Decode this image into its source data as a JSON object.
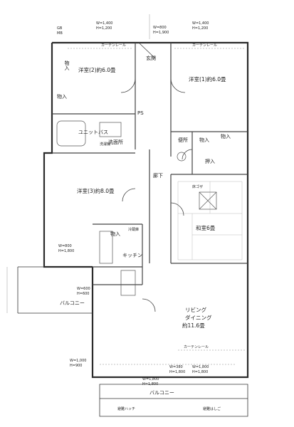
{
  "rooms": {
    "western1": "洋室(2)約6.0畳",
    "western2": "洋室(1)約6.0畳",
    "western3": "洋室(3)約8.0畳",
    "japanese": "和室6畳",
    "ldk": [
      "リビング",
      "ダイニング",
      "約11.6畳"
    ],
    "entrance": "玄関",
    "hall": "廊下",
    "kitchen": "キッチン",
    "unitbath": "ユニットバス",
    "washroom": "洗面所",
    "toilet": "便所",
    "storage_a": "物入",
    "storage_b": "物入",
    "storage_c": "物入",
    "storage_d": "物入",
    "storage_e": "物入",
    "oshiire": "押入",
    "tokonoma": "床ゴザ",
    "balcony_left": "バルコニー",
    "balcony_bottom": "バルコニー",
    "ps": "PS",
    "gb": "GB",
    "mb": "MB"
  },
  "window_dims": {
    "w1": [
      "W=1,400",
      "H=1,200"
    ],
    "w2": [
      "W=800",
      "H=1,900"
    ],
    "w3": [
      "W=1,400",
      "H=1,200"
    ],
    "w4": [
      "W=800",
      "H=1,800"
    ],
    "w5": [
      "W=600",
      "H=600"
    ],
    "w6": [
      "W=1,000",
      "H=900"
    ],
    "w7": [
      "W=380",
      "H=1,800"
    ],
    "w8": [
      "W=1,800",
      "H=1,800"
    ],
    "w9": [
      "W=1,800",
      "H=1,800"
    ]
  },
  "notes": {
    "curtain_rail": "カーテンレール",
    "curtain_rail_b": "カーテンレール",
    "curtain_rail_c": "カーテンレール",
    "evac_hatch": "避難ハッチ",
    "evac_ladder": "避難はしご",
    "fridge": "冷蔵庫",
    "washer": "洗濯機"
  },
  "colors": {
    "wall": "#2b2b2b",
    "line": "#444444",
    "grid": "#bbbbbb",
    "fill": "#ffffff"
  }
}
